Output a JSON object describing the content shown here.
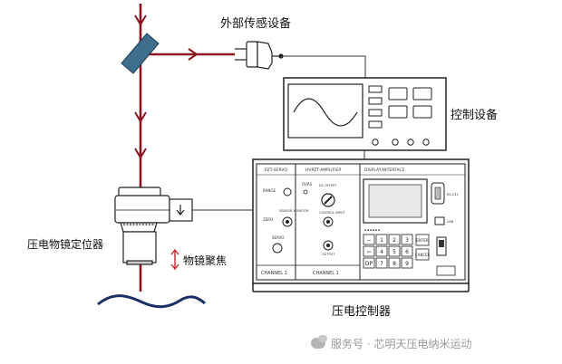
{
  "labels": {
    "external_sensor": "外部传感设备",
    "control_device": "控制设备",
    "positioner": "压电物镜定位器",
    "objective_focus": "物镜聚焦",
    "piezo_controller": "压电控制器"
  },
  "watermark": {
    "text": "服务号 · 芯明天压电纳米运动"
  },
  "controller_panel": {
    "module1_title": "PZT-SERVO",
    "module2_title": "HVPZT-AMPLIFIER",
    "module3_title": "DISPLAY/INTERFACE",
    "channel1": "CHANNEL 1",
    "channel2": "CHANNEL 1",
    "range": "RANGE",
    "zero": "ZERO",
    "sensor_monitor": "SENSOR MONITOR",
    "servo": "SERVO",
    "ovrs": "OVRS",
    "dc_offset": "DC OFFSET",
    "control_input": "CONTROL INPUT",
    "output": "OUTPUT",
    "rs232": "RS-232",
    "usb": "USB",
    "keypad": [
      "−",
      "1",
      "2",
      "3",
      "⇦",
      "4",
      "5",
      "6",
      "DP",
      "7",
      "8",
      "9"
    ],
    "enter": "ENTER",
    "cancel": "CANCEL"
  },
  "colors": {
    "beam": "#8b1520",
    "mirror": "#3d6f8c",
    "line": "#222222"
  }
}
